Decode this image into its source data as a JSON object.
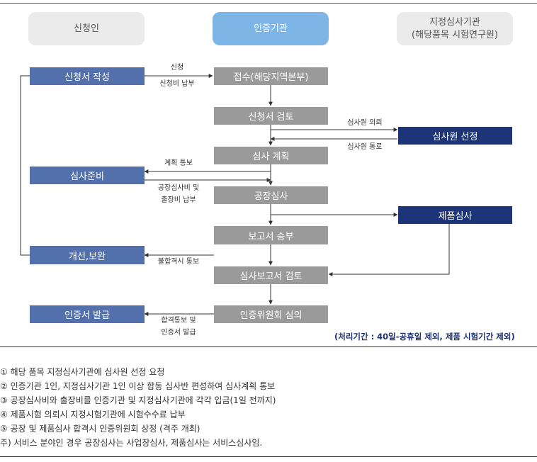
{
  "lanes": {
    "applicant": "신청인",
    "certifier": "인증기관",
    "lab_line1": "지정심사기관",
    "lab_line2": "(해당품목 시험연구원)"
  },
  "boxes": {
    "apply_write": "신청서 작성",
    "prep": "심사준비",
    "improve": "개선,보완",
    "issue": "인증서 발급",
    "receipt": "접수(해당지역본부)",
    "review": "신청서 검토",
    "plan": "심사 계획",
    "factory": "공장심사",
    "report_send": "보고서 송부",
    "report_review": "심사보고서 검토",
    "committee": "인증위원회 심의",
    "auditor_select": "심사원 선정",
    "product_test": "제품심사"
  },
  "labels": {
    "apply": "신청",
    "apply_fee": "신청비 납부",
    "auditor_request": "심사원 의뢰",
    "auditor_notice": "심사원 통로",
    "plan_notice": "계획 통보",
    "fee_line1": "공장심사비 및",
    "fee_line2": "출장비 납부",
    "fail_notice": "불합격시 통보",
    "pass_line1": "합격통보 및",
    "pass_line2": "인증서 발급"
  },
  "processing_note": "(처리기간 : 40일-공휴일 제외, 제품 시험기간 제외)",
  "footnotes": [
    "① 해당 품목 지정심사기관에 심사원 선정 요청",
    "② 인증기관 1인, 지정심사기관 1인 이상 합동 심사반 편성하여 심사계획 통보",
    "③ 공장심사비와 출장비를 인증기관 및 지정심사기관에 각각 입금(1일 전까지)",
    "④ 제품시험 의뢰시 지정시험기관에 시험수수료 납부",
    "⑤ 공장 및 제품심사 합격시 인증위원회 상정 (격주 개최)",
    "주) 서비스 분야인 경우 공장심사는 사업장심사, 제품심사는 서비스심사임."
  ],
  "colors": {
    "lane_gray": "#ebebeb",
    "lane_blue": "#7db5e6",
    "mid_box": "#9a9a9a",
    "left_box": "#5270ac",
    "right_box": "#1d3578",
    "note_text": "#1d3578"
  }
}
